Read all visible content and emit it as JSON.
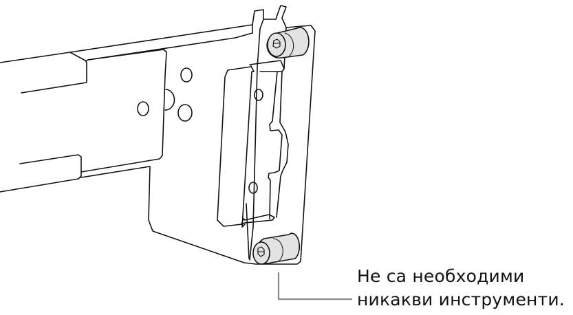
{
  "figure": {
    "subject": "rack rail mounting bracket with captive thumbscrews",
    "callout": {
      "lines": [
        "Не са необходими",
        "никакви инструменти."
      ],
      "leader_color": "#8a8a8a"
    },
    "colors": {
      "stroke": "#111111",
      "screw_fill": "#e3e3e3",
      "background": "#ffffff"
    }
  }
}
